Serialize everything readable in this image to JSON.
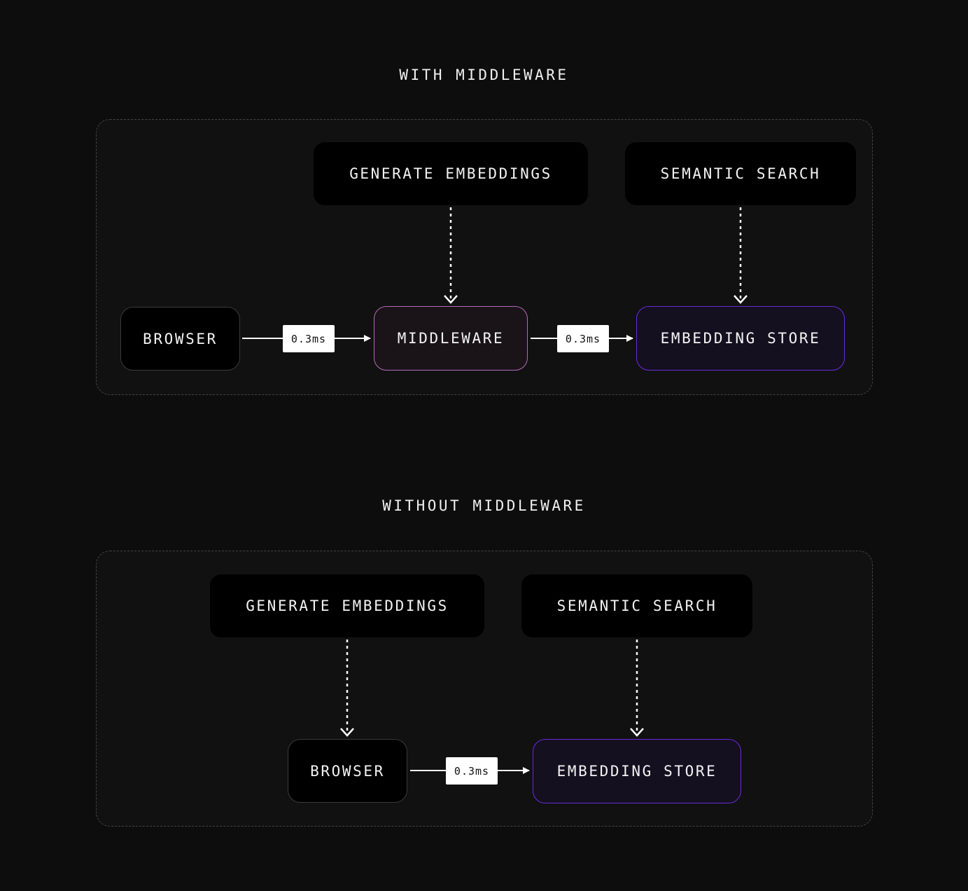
{
  "with_middleware": {
    "title": "WITH MIDDLEWARE",
    "generate_embeddings": "GENERATE EMBEDDINGS",
    "semantic_search": "SEMANTIC SEARCH",
    "browser": "BROWSER",
    "middleware": "MIDDLEWARE",
    "embedding_store": "EMBEDDING STORE",
    "latency_1": "0.3ms",
    "latency_2": "0.3ms"
  },
  "without_middleware": {
    "title": "WITHOUT MIDDLEWARE",
    "generate_embeddings": "GENERATE EMBEDDINGS",
    "semantic_search": "SEMANTIC SEARCH",
    "browser": "BROWSER",
    "embedding_store": "EMBEDDING STORE",
    "latency": "0.3ms"
  },
  "colors": {
    "background": "#0d0d0d",
    "middleware_border": "#b46ab8",
    "store_border": "#6a2bd9",
    "connector": "#ffffff"
  }
}
